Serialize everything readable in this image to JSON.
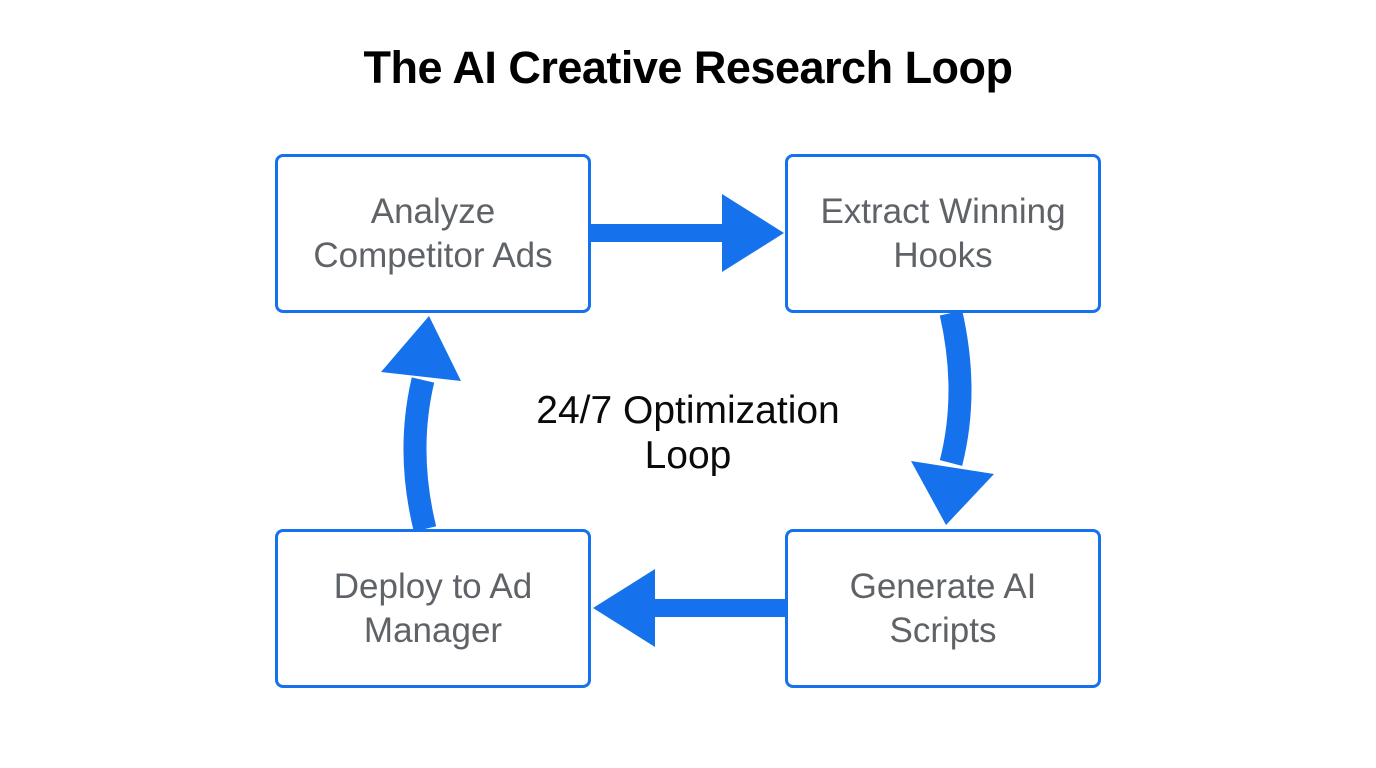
{
  "title": "The AI Creative Research Loop",
  "diagram": {
    "center_label": {
      "lines": [
        "24/7 Optimization",
        "Loop"
      ]
    },
    "nodes": [
      {
        "id": "analyze-competitor-ads",
        "lines": [
          "Analyze",
          "Competitor Ads"
        ]
      },
      {
        "id": "extract-winning-hooks",
        "lines": [
          "Extract Winning",
          "Hooks"
        ]
      },
      {
        "id": "generate-ai-scripts",
        "lines": [
          "Generate AI",
          "Scripts"
        ]
      },
      {
        "id": "deploy-to-ad-manager",
        "lines": [
          "Deploy to Ad",
          "Manager"
        ]
      }
    ],
    "edges": [
      {
        "from": "analyze-competitor-ads",
        "to": "extract-winning-hooks",
        "direction": "right"
      },
      {
        "from": "extract-winning-hooks",
        "to": "generate-ai-scripts",
        "direction": "down"
      },
      {
        "from": "generate-ai-scripts",
        "to": "deploy-to-ad-manager",
        "direction": "left"
      },
      {
        "from": "deploy-to-ad-manager",
        "to": "analyze-competitor-ads",
        "direction": "up"
      }
    ],
    "colors": {
      "accent": "#1672EC",
      "node_border": "#1672EC",
      "node_text": "#5F6368",
      "title_text": "#000000",
      "center_text": "#0A0A0A",
      "background": "#FFFFFF"
    }
  }
}
